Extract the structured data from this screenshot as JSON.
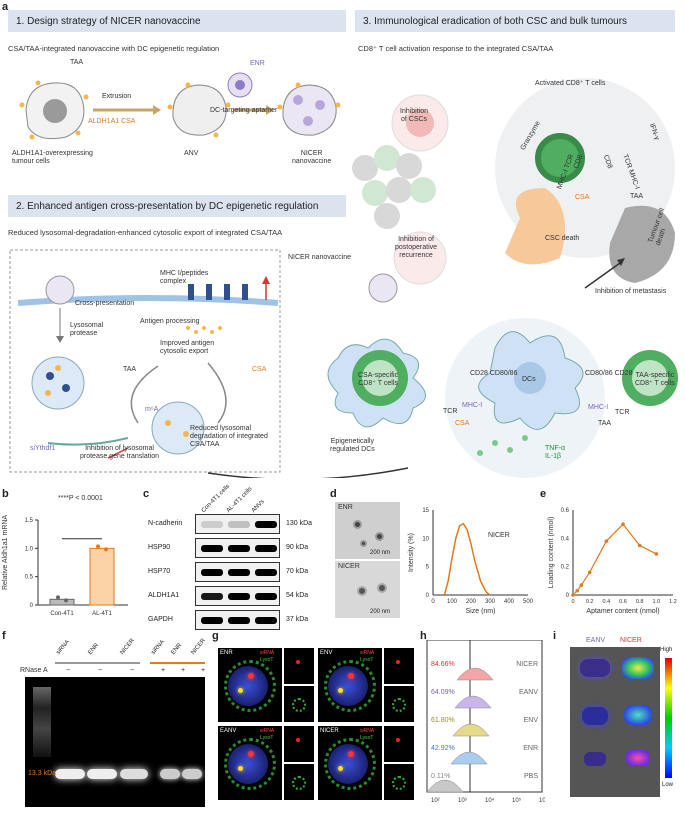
{
  "panel_a": {
    "label": "a",
    "s1_title": "1. Design strategy of NICER nanovaccine",
    "s1_sub": "CSA/TAA-integrated nanovaccine with DC epigenetic regulation",
    "taa": "TAA",
    "extrusion": "Extrusion",
    "aldh_csa": "ALDH1A1 CSA",
    "enr": "ENR",
    "dc_aptamer": "DC-targeting aptamer",
    "cell1": "ALDH1A1-overexpressing\ntumour cells",
    "anv": "ANV",
    "nicer_nv": "NICER\nnanovaccine",
    "s2_title": "2. Enhanced antigen cross-presentation by DC epigenetic regulation",
    "s2_sub": "Reduced lysosomal-degradation-enhanced cytosolic export of integrated CSA/TAA",
    "mhc_complex": "MHC I/peptides\ncomplex",
    "cross_pres": "Cross-presentation",
    "antigen_proc": "Antigen processing",
    "improved_export": "Improved antigen\ncytosolic export",
    "lyso_protease": "Lysosomal\nprotease",
    "taa2": "TAA",
    "csa2": "CSA",
    "m6a": "m⁶A",
    "siythdf1": "siYthdf1",
    "inhib_lyso": "Inhibition of lysosomal\nprotease gene translation",
    "reduced_lyso": "Reduced lysosomal\ndegradation of integrated\nCSA/TAA",
    "nicer_nv2": "NICER nanovaccine",
    "epi_dcs": "Epigenetically\nregulated DCs",
    "s3_title": "3. Immunological eradication of both CSC and bulk tumours",
    "s3_sub": "CD8⁺ T cell activation response to the integrated CSA/TAA",
    "inhib_cscs": "Inhibition\nof CSCs",
    "activated_t": "Activated CD8⁺ T cells",
    "granzyme": "Granzyme",
    "ifn": "IFN-γ",
    "mhc_tcr": "MHC-I TCR",
    "cd8a": "CD8",
    "cd8b": "CD8",
    "tcr_mhc": "TCR MHC-I",
    "csa3": "CSA",
    "taa3": "TAA",
    "csc_death": "CSC death",
    "tumour_death": "Tumour cell death",
    "inhib_postop": "Inhibition of\npostoperative\nrecurrence",
    "inhib_meta": "Inhibition of metastasis",
    "cd28l": "CD28 CD80/86",
    "cd28r": "CD80/86 CD28",
    "csa_t": "CSA-specific\nCD8⁺ T cells",
    "taa_t": "TAA-specific\nCD8⁺ T cells",
    "dcs": "DCs",
    "tcr_l": "TCR",
    "mhc_l": "MHC-I",
    "mhc_r": "MHC-I",
    "tcr_r": "TCR",
    "csa4": "CSA",
    "taa4": "TAA",
    "tnf": "TNF-α\nIL-1β"
  },
  "panel_b": {
    "label": "b",
    "ylabel": "Relative Aldh1a1 mRNA",
    "pval": "****P < 0.0001",
    "categories": [
      "Con-4T1",
      "AL-4T1"
    ],
    "yticks": [
      "0",
      "0.5",
      "1.0",
      "1.5"
    ]
  },
  "panel_c": {
    "label": "c",
    "cols": [
      "Con-4T1 cells",
      "AL-4T1 cells",
      "ANVs"
    ],
    "rows": [
      {
        "name": "N-cadherin",
        "kda": "130 kDa"
      },
      {
        "name": "HSP90",
        "kda": "90 kDa"
      },
      {
        "name": "HSP70",
        "kda": "70 kDa"
      },
      {
        "name": "ALDH1A1",
        "kda": "54 kDa"
      },
      {
        "name": "GAPDH",
        "kda": "37 kDa"
      }
    ]
  },
  "panel_d": {
    "label": "d",
    "img1": "ENR",
    "img2": "NICER",
    "scale": "200 nm",
    "ylabel": "Intensity (%)",
    "xlabel": "Size (nm)",
    "series": "NICER",
    "xticks": [
      "0",
      "100",
      "200",
      "300",
      "400",
      "500"
    ],
    "yticks": [
      "0",
      "5",
      "10",
      "15"
    ]
  },
  "panel_e": {
    "label": "e",
    "ylabel": "Loading content (nmol)",
    "xlabel": "Aptamer content (nmol)",
    "xticks": [
      "0",
      "0.2",
      "0.4",
      "0.6",
      "0.8",
      "1.0",
      "1.2"
    ],
    "yticks": [
      "0",
      "0.2",
      "0.4",
      "0.6"
    ]
  },
  "panel_f": {
    "label": "f",
    "rnase": "RNase A",
    "lanes": [
      "siRNA",
      "ENR",
      "NICER",
      "siRNA",
      "ENR",
      "NICER"
    ],
    "signs": [
      "−",
      "−",
      "−",
      "+",
      "+",
      "+"
    ],
    "kda": "13.3 kDa"
  },
  "panel_g": {
    "label": "g",
    "tiles": [
      "ENR",
      "ENV",
      "EANV",
      "NICER"
    ],
    "sirna": "siRNA",
    "lysot": "LysoT"
  },
  "panel_h": {
    "label": "h",
    "rows": [
      {
        "pct": "84.66%",
        "name": "NICER",
        "color": "#f2a6a6"
      },
      {
        "pct": "64.09%",
        "name": "EANV",
        "color": "#c9b6ea"
      },
      {
        "pct": "61.80%",
        "name": "ENV",
        "color": "#e7d98a"
      },
      {
        "pct": "42.92%",
        "name": "ENR",
        "color": "#a9cdee"
      },
      {
        "pct": "0.11%",
        "name": "PBS",
        "color": "#c8c8c8"
      }
    ],
    "xticks": [
      "10²",
      "10³",
      "10⁴",
      "10⁵",
      "10⁶"
    ]
  },
  "panel_i": {
    "label": "i",
    "col1": "EANV",
    "col2": "NICER",
    "high": "High",
    "low": "Low"
  },
  "chart_data": [
    {
      "type": "bar",
      "categories": [
        "Con-4T1",
        "AL-4T1"
      ],
      "values": [
        0.1,
        1.0
      ],
      "ylabel": "Relative Aldh1a1 mRNA",
      "ylim": [
        0,
        1.5
      ]
    },
    {
      "type": "line",
      "series": [
        {
          "name": "NICER",
          "x": [
            60,
            80,
            100,
            120,
            140,
            160,
            180,
            200,
            220,
            250,
            280,
            300
          ],
          "values": [
            0,
            2.5,
            6.5,
            10,
            12.2,
            12.6,
            11.5,
            9,
            6,
            2.5,
            0.5,
            0
          ]
        }
      ],
      "xlabel": "Size (nm)",
      "ylabel": "Intensity (%)",
      "xlim": [
        0,
        500
      ],
      "ylim": [
        0,
        15
      ]
    },
    {
      "type": "line",
      "series": [
        {
          "x": [
            0,
            0.05,
            0.1,
            0.2,
            0.4,
            0.6,
            0.8,
            1.0
          ],
          "values": [
            0,
            0.03,
            0.07,
            0.16,
            0.38,
            0.5,
            0.35,
            0.29
          ]
        }
      ],
      "xlabel": "Aptamer content (nmol)",
      "ylabel": "Loading content (nmol)",
      "xlim": [
        0,
        1.2
      ],
      "ylim": [
        0,
        0.6
      ]
    }
  ]
}
